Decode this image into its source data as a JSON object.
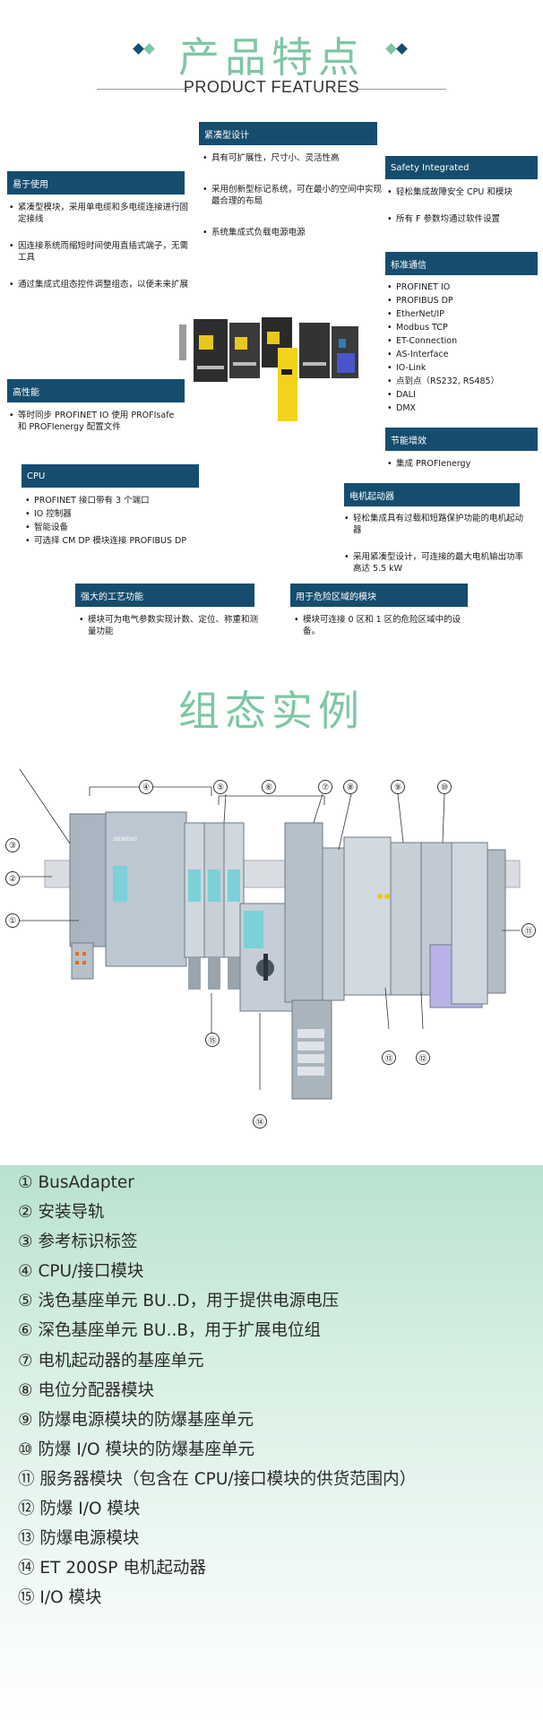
{
  "header": {
    "title_zh": "产品特点",
    "title_en": "PRODUCT FEATURES",
    "accent_colors": [
      "#7fc6a4",
      "#164d6e"
    ]
  },
  "features": {
    "compact": {
      "title": "紧凑型设计",
      "items": [
        "具有可扩展性，尺寸小、灵活性高",
        "采用创新型标记系统，可在最小的空间中实现最合理的布局",
        "系统集成式负载电源电源"
      ]
    },
    "easy": {
      "title": "易于使用",
      "items": [
        "紧凑型模块，采用单电缆和多电缆连接进行固定接线",
        "因连接系统而缩短时间使用直插式端子，无需工具",
        "通过集成式组态控件调整组态，以便未来扩展"
      ]
    },
    "safety": {
      "title": "Safety Integrated",
      "items": [
        "轻松集成故障安全 CPU 和模块",
        "所有 F 参数均通过软件设置"
      ]
    },
    "comm": {
      "title": "标准通信",
      "items": [
        "PROFINET IO",
        "PROFIBUS DP",
        "EtherNet/IP",
        "Modbus TCP",
        "ET-Connection",
        "AS-Interface",
        "IO-Link",
        "点到点（RS232, RS485）",
        "DALI",
        "DMX"
      ]
    },
    "performance": {
      "title": "高性能",
      "items": [
        "等时同步 PROFINET IO 使用 PROFIsafe 和 PROFIenergy 配置文件"
      ]
    },
    "energy": {
      "title": "节能增效",
      "items": [
        "集成 PROFIenergy"
      ]
    },
    "cpu": {
      "title": "CPU",
      "items": [
        "PROFINET 接口带有 3 个端口",
        "IO 控制器",
        "智能设备",
        "可选择 CM DP 模块连接 PROFIBUS DP"
      ]
    },
    "motor": {
      "title": "电机起动器",
      "items": [
        "轻松集成具有过载和短路保护功能的电机起动器",
        "采用紧凑型设计，可连接的最大电机输出功率高达 5.5 kW"
      ]
    },
    "tech": {
      "title": "强大的工艺功能",
      "items": [
        "模块可为电气参数实现计数、定位、称重和测量功能"
      ]
    },
    "hazard": {
      "title": "用于危险区域的模块",
      "items": [
        "模块可连接 0 区和 1 区的危险区域中的设备。"
      ]
    }
  },
  "example": {
    "title": "组态实例",
    "callouts": [
      "①",
      "②",
      "③",
      "④",
      "⑤",
      "⑥",
      "⑦",
      "⑧",
      "⑨",
      "⑩",
      "⑪",
      "⑫",
      "⑬",
      "⑭",
      "⑮"
    ],
    "siemens_logo_text": "SIEMENS"
  },
  "legend": [
    "① BusAdapter",
    "② 安装导轨",
    "③ 参考标识标签",
    "④ CPU/接口模块",
    "⑤ 浅色基座单元 BU..D，用于提供电源电压",
    "⑥ 深色基座单元 BU..B，用于扩展电位组",
    "⑦ 电机起动器的基座单元",
    "⑧ 电位分配器模块",
    "⑨ 防爆电源模块的防爆基座单元",
    "⑩ 防爆 I/O 模块的防爆基座单元",
    "⑪ 服务器模块（包含在 CPU/接口模块的供货范围内）",
    "⑫ 防爆 I/O 模块",
    "⑬ 防爆电源模块",
    "⑭ ET 200SP 电机起动器",
    "⑮ I/O 模块"
  ]
}
